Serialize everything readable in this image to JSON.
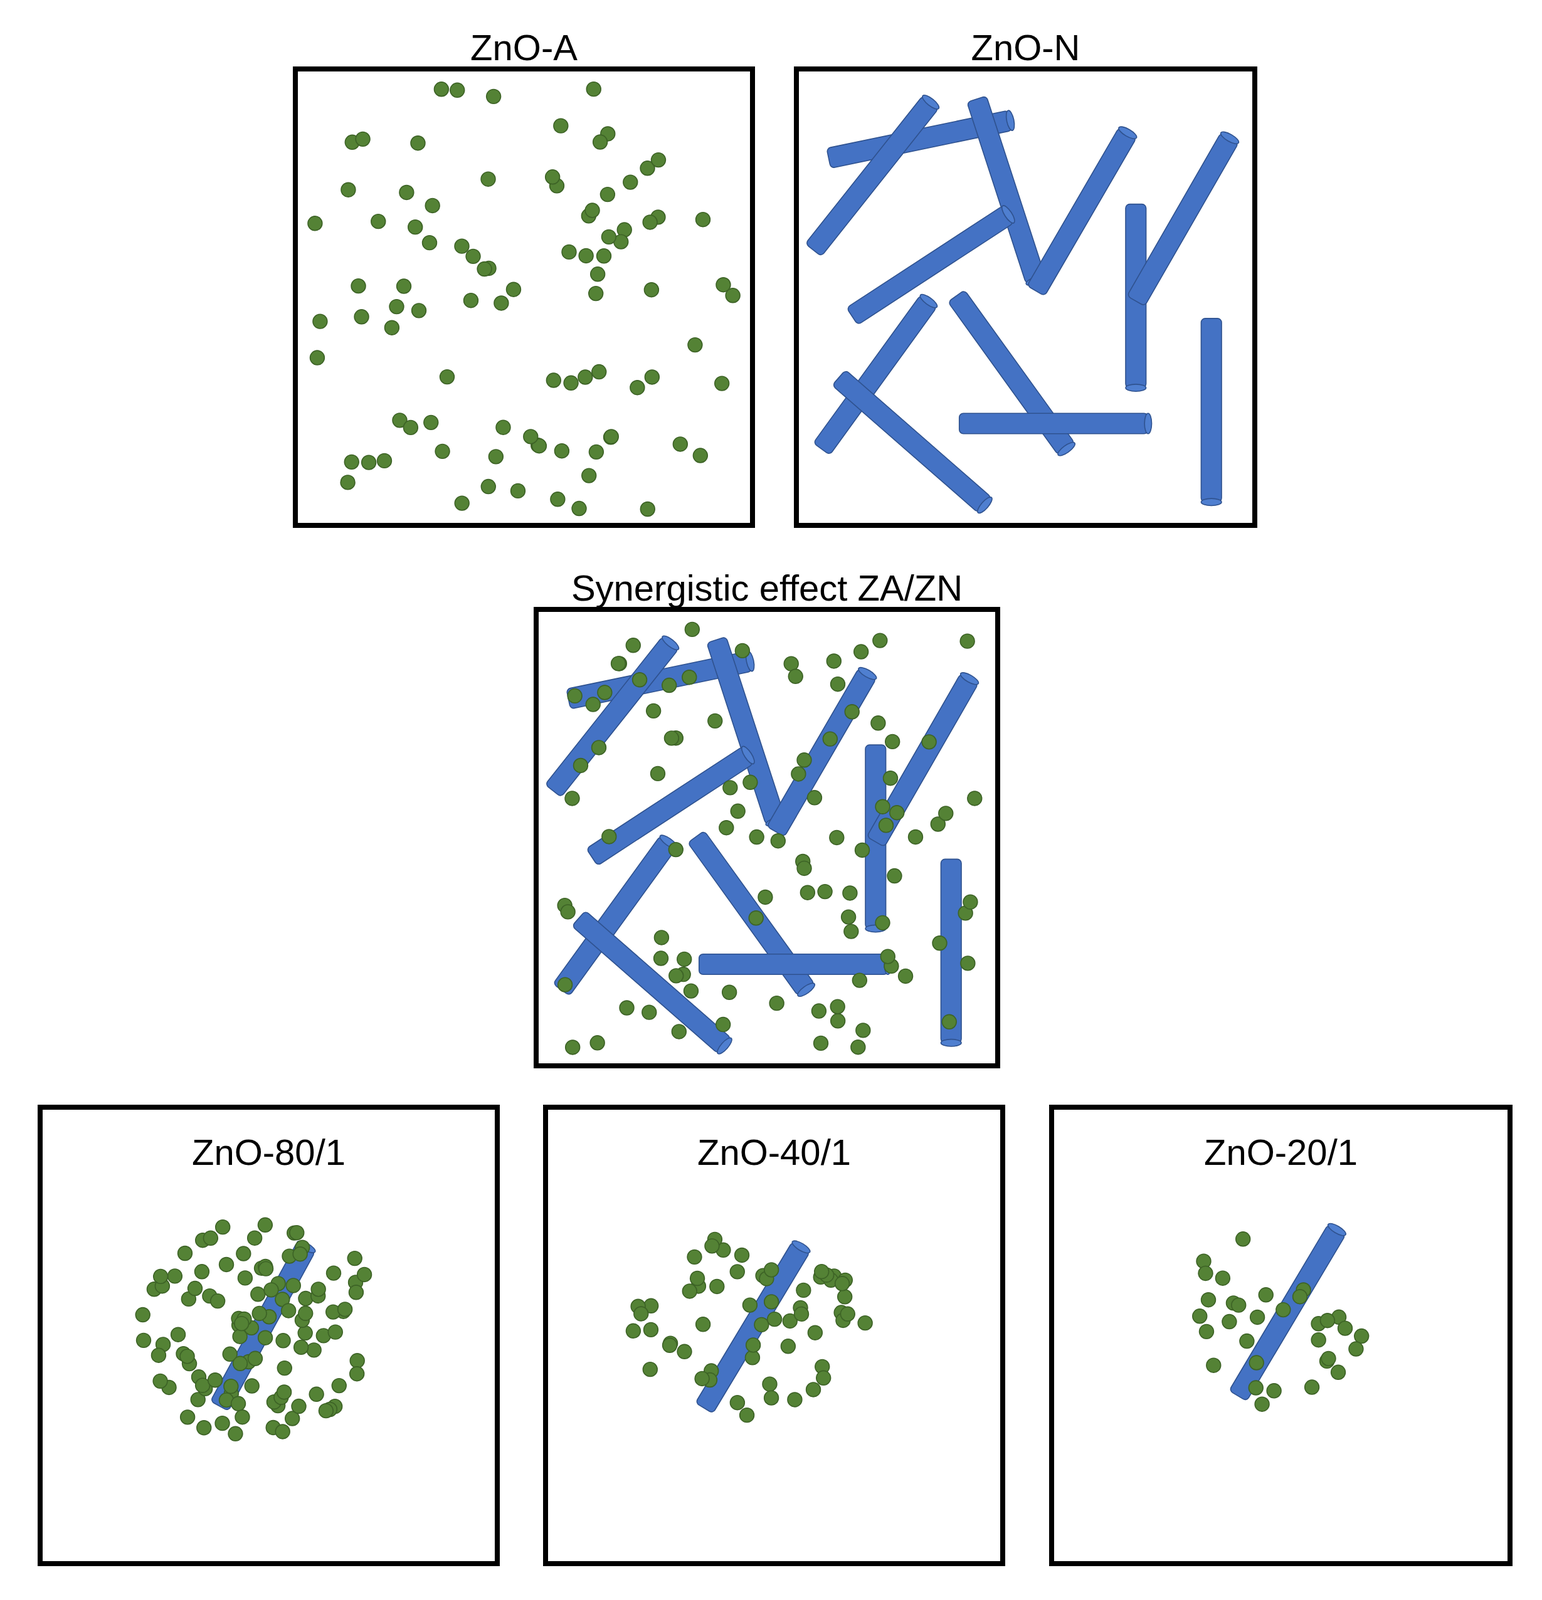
{
  "diagram": {
    "nodes": [
      {
        "text": [
          "ZnO-A"
        ]
      },
      {
        "text": [
          "ZnO-N"
        ]
      },
      {
        "text": [
          "Synergistic effect ZA/ZN"
        ]
      },
      {
        "text": [
          "ZnO-80/1"
        ]
      },
      {
        "text": [
          "ZnO-40/1"
        ]
      },
      {
        "text": [
          "ZnO-20/1"
        ]
      }
    ]
  }
}
